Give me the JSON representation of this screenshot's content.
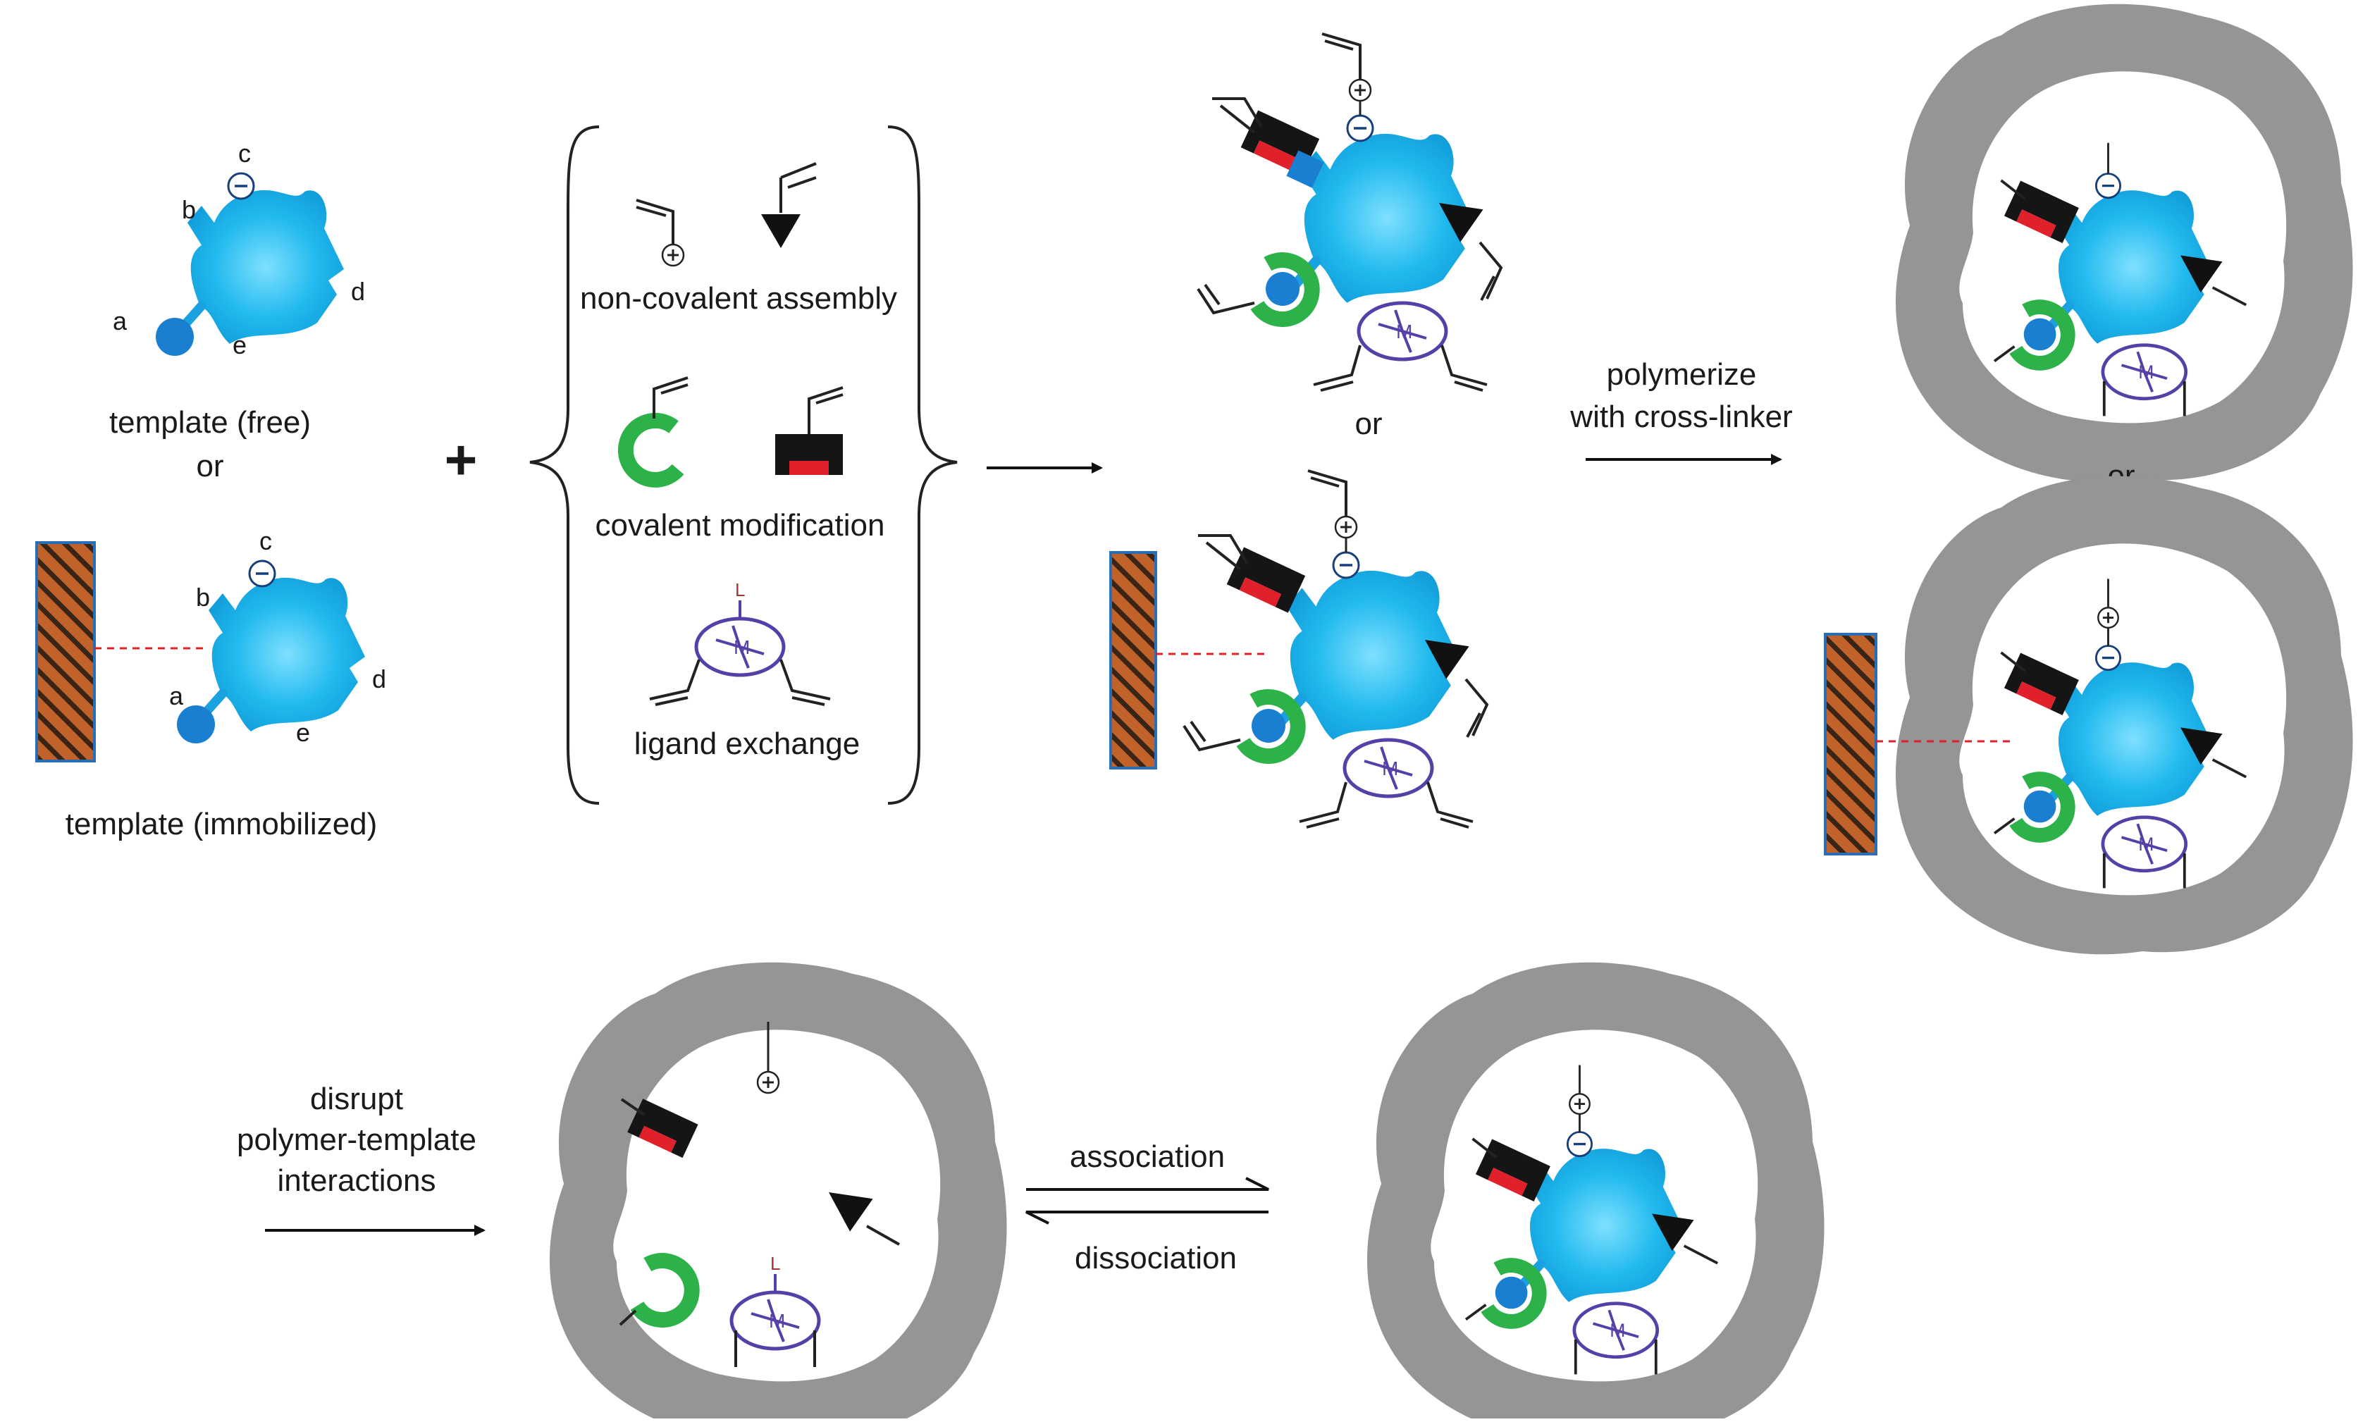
{
  "template_labels": {
    "free": "template (free)",
    "or": "or",
    "immobilized": "template (immobilized)"
  },
  "site_labels": [
    "a",
    "b",
    "c",
    "d",
    "e"
  ],
  "plus_sign": "+",
  "monomer_groups": {
    "noncovalent": "non-covalent assembly",
    "covalent": "covalent modification",
    "ligand": "ligand exchange"
  },
  "step_labels": {
    "polymerize_line1": "polymerize",
    "polymerize_line2": "with cross-linker",
    "disrupt_line1": "disrupt",
    "disrupt_line2": "polymer-template",
    "disrupt_line3": "interactions",
    "association": "association",
    "dissociation": "dissociation"
  },
  "or_label": "or",
  "symbols": {
    "positive": "+",
    "negative": "−",
    "metal": "M",
    "ligand": "L"
  },
  "colors": {
    "template": "#1fb8ec",
    "bead": "#1a7fd0",
    "polymer": "#9a9a9a",
    "green_monomer": "#2db24a",
    "red_monomer": "#e0202a",
    "metal": "#5540a8",
    "support_brown": "#b85a24"
  }
}
